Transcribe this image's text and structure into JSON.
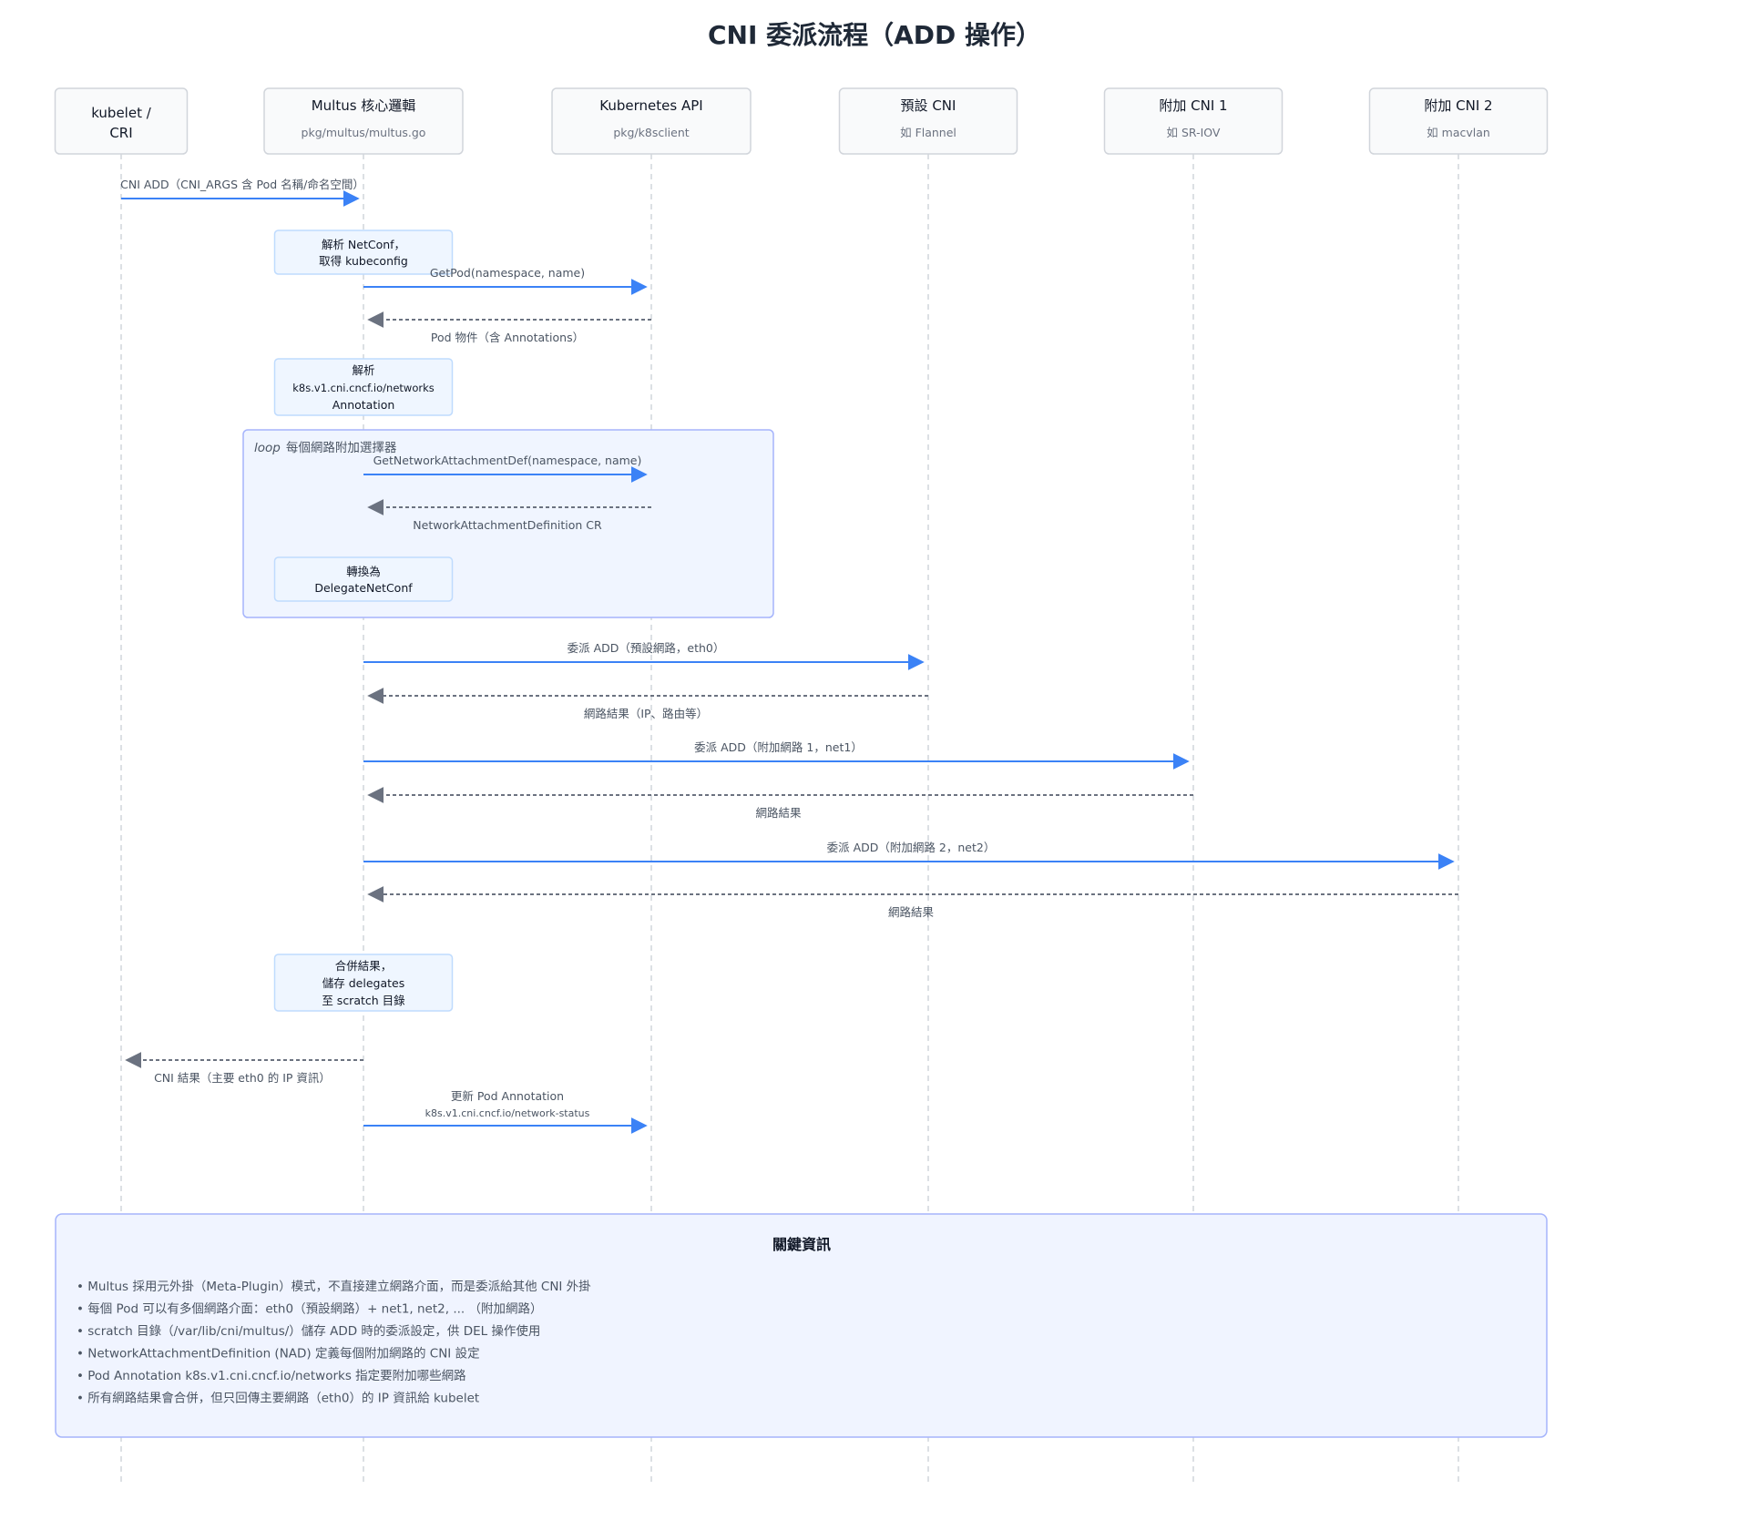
{
  "title": "CNI 委派流程（ADD 操作）",
  "actors": [
    {
      "id": "kubelet",
      "lines": [
        "kubelet /",
        "CRI"
      ],
      "sub": ""
    },
    {
      "id": "multus",
      "lines": [
        "Multus 核心邏輯"
      ],
      "sub": "pkg/multus/multus.go"
    },
    {
      "id": "k8s",
      "lines": [
        "Kubernetes API"
      ],
      "sub": "pkg/k8sclient"
    },
    {
      "id": "default",
      "lines": [
        "預設 CNI"
      ],
      "sub": "如 Flannel"
    },
    {
      "id": "extra1",
      "lines": [
        "附加 CNI 1"
      ],
      "sub": "如 SR-IOV"
    },
    {
      "id": "extra2",
      "lines": [
        "附加 CNI 2"
      ],
      "sub": "如 macvlan"
    }
  ],
  "steps": [
    {
      "kind": "msg",
      "from": "kubelet",
      "to": "multus",
      "style": "solid",
      "labels": [
        "CNI ADD（CNI_ARGS 含 Pod 名稱/命名空間）"
      ],
      "label_pos": "above"
    },
    {
      "kind": "note",
      "actor": "multus",
      "lines": [
        "解析 NetConf，",
        "取得 kubeconfig"
      ]
    },
    {
      "kind": "msg",
      "from": "multus",
      "to": "k8s",
      "style": "solid",
      "labels": [
        "GetPod(namespace, name)"
      ],
      "label_pos": "above"
    },
    {
      "kind": "msg",
      "from": "k8s",
      "to": "multus",
      "style": "dashed",
      "labels": [
        "Pod 物件（含 Annotations）"
      ],
      "label_pos": "below"
    },
    {
      "kind": "note",
      "actor": "multus",
      "lines": [
        "解析",
        "k8s.v1.cni.cncf.io/networks",
        "Annotation"
      ]
    },
    {
      "kind": "loop_start",
      "keyword": "loop",
      "label": "每個網路附加選擇器"
    },
    {
      "kind": "msg",
      "from": "multus",
      "to": "k8s",
      "style": "solid",
      "labels": [
        "GetNetworkAttachmentDef(namespace, name)"
      ],
      "label_pos": "above"
    },
    {
      "kind": "msg",
      "from": "k8s",
      "to": "multus",
      "style": "dashed",
      "labels": [
        "NetworkAttachmentDefinition CR"
      ],
      "label_pos": "below"
    },
    {
      "kind": "note",
      "actor": "multus",
      "lines": [
        "轉換為",
        "DelegateNetConf"
      ]
    },
    {
      "kind": "loop_end"
    },
    {
      "kind": "msg",
      "from": "multus",
      "to": "default",
      "style": "solid",
      "labels": [
        "委派 ADD（預設網路，eth0）"
      ],
      "label_pos": "above"
    },
    {
      "kind": "msg",
      "from": "default",
      "to": "multus",
      "style": "dashed",
      "labels": [
        "網路結果（IP、路由等）"
      ],
      "label_pos": "below"
    },
    {
      "kind": "msg",
      "from": "multus",
      "to": "extra1",
      "style": "solid",
      "labels": [
        "委派 ADD（附加網路 1，net1）"
      ],
      "label_pos": "above"
    },
    {
      "kind": "msg",
      "from": "extra1",
      "to": "multus",
      "style": "dashed",
      "labels": [
        "網路結果"
      ],
      "label_pos": "below"
    },
    {
      "kind": "msg",
      "from": "multus",
      "to": "extra2",
      "style": "solid",
      "labels": [
        "委派 ADD（附加網路 2，net2）"
      ],
      "label_pos": "above"
    },
    {
      "kind": "msg",
      "from": "extra2",
      "to": "multus",
      "style": "dashed",
      "labels": [
        "網路結果"
      ],
      "label_pos": "below"
    },
    {
      "kind": "note",
      "actor": "multus",
      "lines": [
        "合併結果，",
        "儲存 delegates",
        "至 scratch 目錄"
      ]
    },
    {
      "kind": "msg",
      "from": "multus",
      "to": "kubelet",
      "style": "dashed",
      "labels": [
        "CNI 結果（主要 eth0 的 IP 資訊）"
      ],
      "label_pos": "below"
    },
    {
      "kind": "msg",
      "from": "multus",
      "to": "k8s",
      "style": "solid",
      "labels": [
        "更新 Pod Annotation",
        "k8s.v1.cni.cncf.io/network-status"
      ],
      "label_pos": "above"
    }
  ],
  "info": {
    "title": "關鍵資訊",
    "items": [
      "• Multus 採用元外掛（Meta-Plugin）模式，不直接建立網路介面，而是委派給其他 CNI 外掛",
      "• 每個 Pod 可以有多個網路介面：eth0（預設網路）+ net1, net2, ... （附加網路）",
      "• scratch 目錄（/var/lib/cni/multus/）儲存 ADD 時的委派設定，供 DEL 操作使用",
      "• NetworkAttachmentDefinition (NAD) 定義每個附加網路的 CNI 設定",
      "• Pod Annotation k8s.v1.cni.cncf.io/networks 指定要附加哪些網路",
      "• 所有網路結果會合併，但只回傳主要網路（eth0）的 IP 資訊給 kubelet"
    ]
  },
  "colors": {
    "solid_arrow": "#3b82f6",
    "dashed_arrow": "#6b7280",
    "actor_border": "#d1d5db",
    "actor_fill": "#f9fafb",
    "lifeline": "#d1d5db",
    "note_fill": "#eff6ff",
    "note_border": "#bfdbfe",
    "loop_fill": "#f0f5ff",
    "loop_border": "#a5b4fc",
    "info_fill": "#f0f4ff",
    "info_border": "#a5b4fc"
  }
}
